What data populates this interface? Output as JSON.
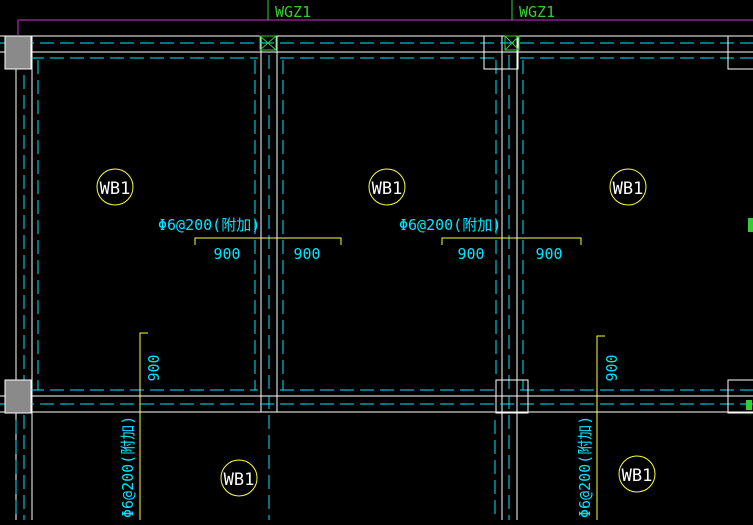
{
  "colors": {
    "background": "#000000",
    "cyan": "#00e5ff",
    "white": "#ffffff",
    "yellow": "#ffff40",
    "green": "#33cc33",
    "magenta": "#cc33cc",
    "gray": "#8a8a8a"
  },
  "axis_labels": {
    "left": "WGZ1",
    "right": "WGZ1"
  },
  "slabs": [
    {
      "label": "WB1"
    },
    {
      "label": "WB1"
    },
    {
      "label": "WB1"
    },
    {
      "label": "WB1"
    },
    {
      "label": "WB1"
    }
  ],
  "rebar_horizontal": [
    {
      "spec": "Φ6@200(附加)",
      "left_len": "900",
      "right_len": "900"
    },
    {
      "spec": "Φ6@200(附加)",
      "left_len": "900",
      "right_len": "900"
    }
  ],
  "rebar_vertical": [
    {
      "spec": "Φ6@200(附加)",
      "len": "900"
    },
    {
      "spec": "Φ6@200(附加)",
      "len": "900"
    }
  ]
}
